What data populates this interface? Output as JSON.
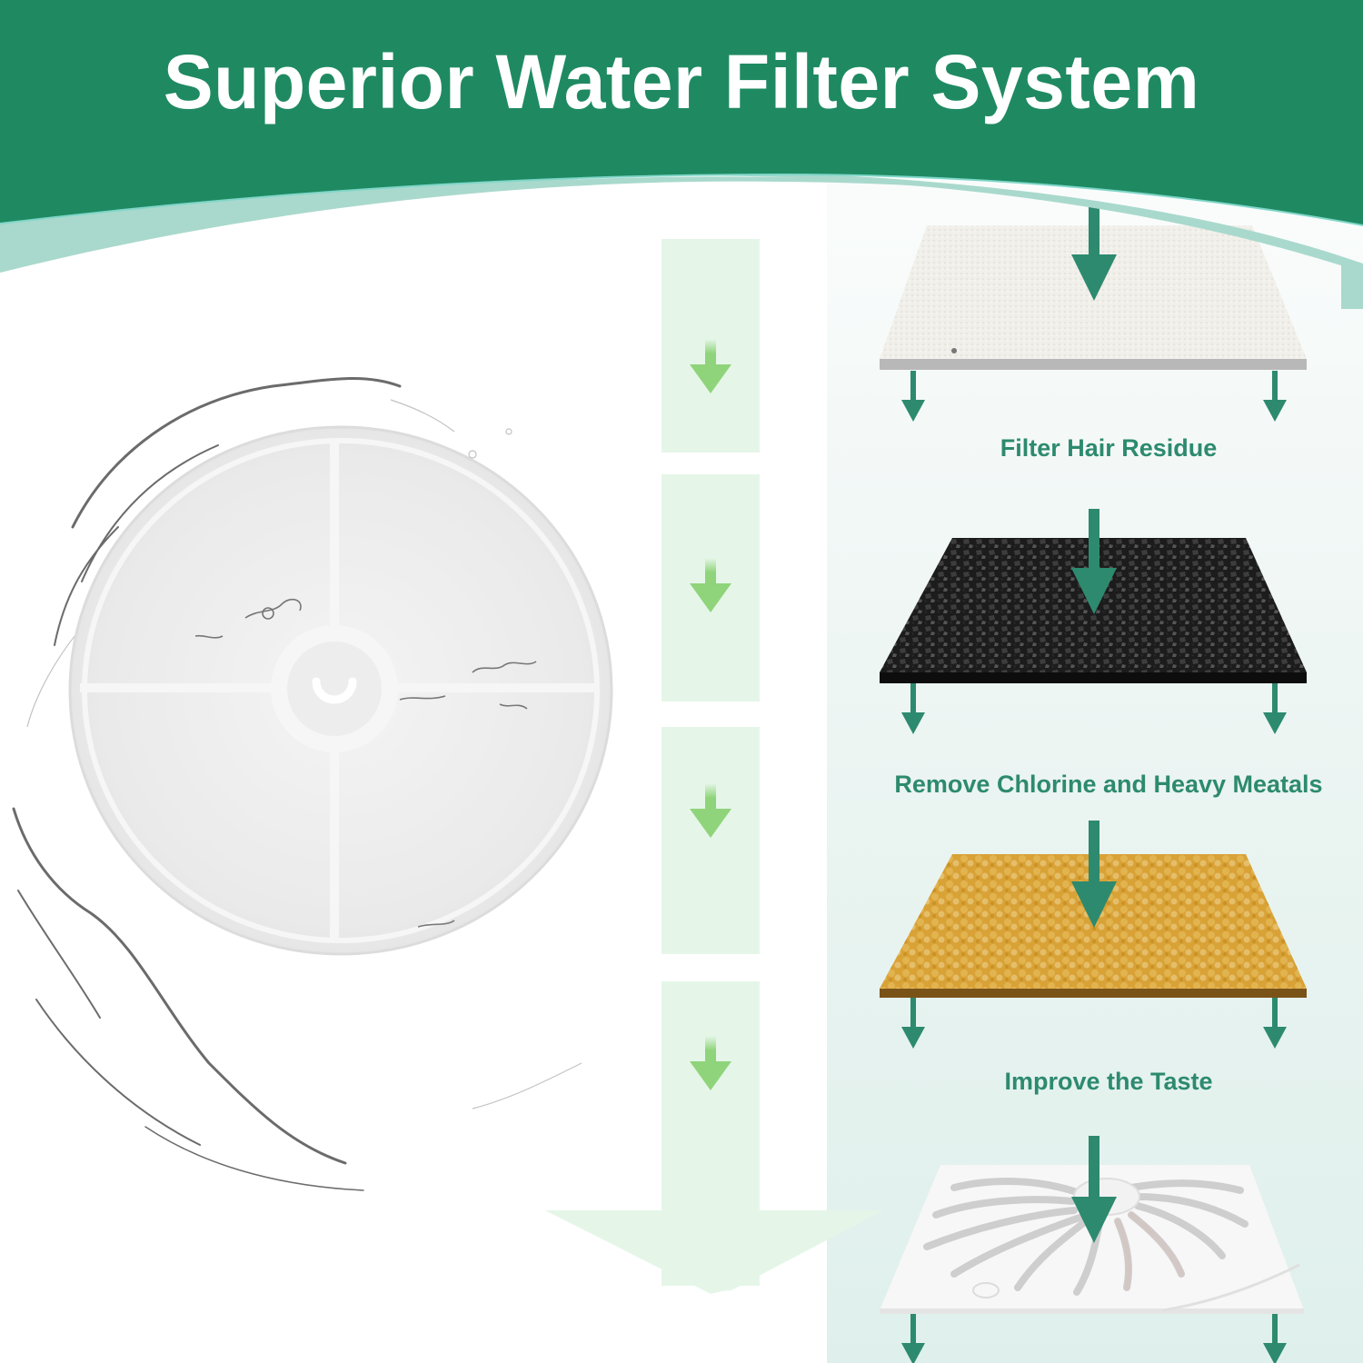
{
  "header": {
    "title": "Superior Water Filter System",
    "background_color": "#1f8a62",
    "accent_band_color": "#a9d9cc",
    "title_color": "#ffffff"
  },
  "product": {
    "name": "filter-disc",
    "description": "round white filter cartridge with four quadrants and center hub, surrounded by water splash"
  },
  "flow_indicator": {
    "color": "#e5f6e8",
    "arrow_color": "#8fd47a",
    "arrow_count": 4
  },
  "layers": [
    {
      "id": "cotton",
      "material": "white filter cotton",
      "label": "Filter Hair Residue",
      "top_color": "#f1efea",
      "edge_color": "#b8b8b8"
    },
    {
      "id": "carbon",
      "material": "activated carbon granules",
      "label": "Remove Chlorine and Heavy Meatals",
      "top_color": "#1c1c1c",
      "edge_color": "#0a0a0a"
    },
    {
      "id": "resin",
      "material": "ion exchange resin beads",
      "label": "Improve the Taste",
      "top_color": "#d9a236",
      "edge_color": "#7a5318"
    },
    {
      "id": "base",
      "material": "white plastic swirl base",
      "label": "",
      "top_color": "#f7f7f7",
      "edge_color": "#e2e2e2"
    }
  ],
  "arrow_color": "#2d8a6f"
}
